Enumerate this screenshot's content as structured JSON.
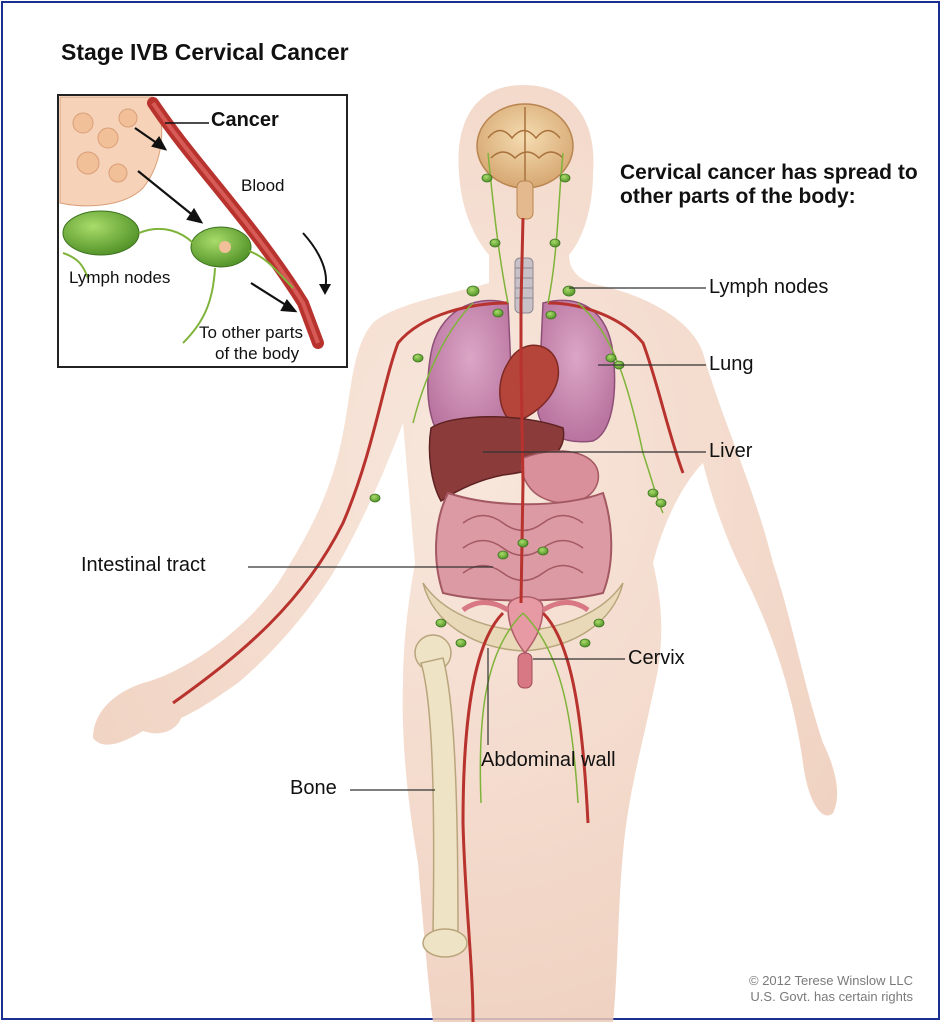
{
  "title": "Stage IVB Cervical Cancer",
  "heading": "Cervical cancer has spread to other parts of the body:",
  "labels": {
    "lymph_nodes": "Lymph nodes",
    "lung": "Lung",
    "liver": "Liver",
    "intestinal_tract": "Intestinal tract",
    "cervix": "Cervix",
    "abdominal_wall": "Abdominal wall",
    "bone": "Bone"
  },
  "inset": {
    "cancer": "Cancer",
    "blood": "Blood",
    "lymph_nodes": "Lymph nodes",
    "to_other_parts_line1": "To other parts",
    "to_other_parts_line2": "of the body"
  },
  "copyright": {
    "line1": "© 2012 Terese Winslow LLC",
    "line2": "U.S. Govt. has certain rights"
  },
  "colors": {
    "border": "#1a2f8f",
    "skin": "#f2d9c8",
    "vessel": "#b8322e",
    "lymph": "#7fb33a",
    "lung": "#c98ab4",
    "liver": "#8c3b3b",
    "intestine": "#d9909a",
    "bone": "#e8dcc0"
  }
}
